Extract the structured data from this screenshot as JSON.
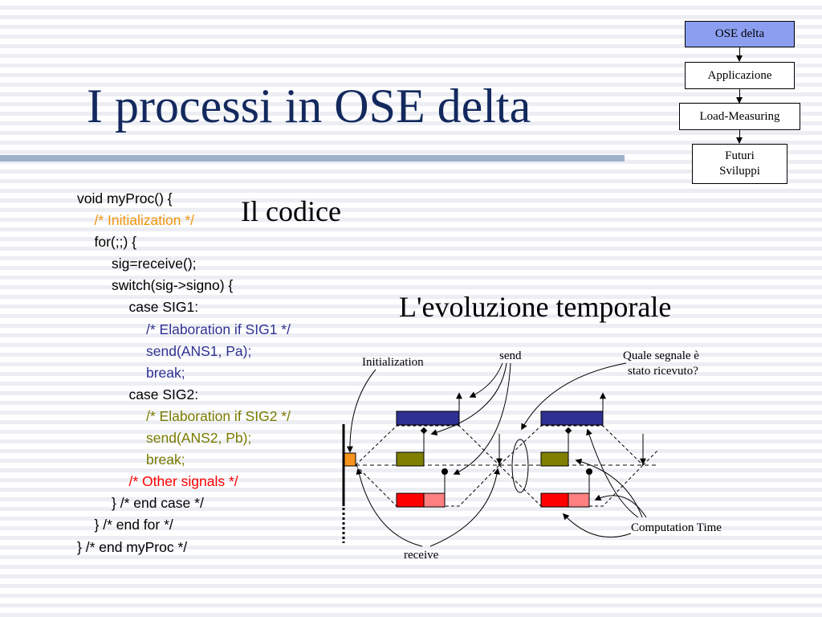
{
  "slide": {
    "title": "I processi in OSE delta"
  },
  "nav": {
    "items": [
      {
        "label": "OSE delta",
        "active": true
      },
      {
        "label": "Applicazione",
        "active": false
      },
      {
        "label": "Load-Measuring",
        "active": false
      },
      {
        "label": "Futuri Sviluppi",
        "line1": "Futuri",
        "line2": "Sviluppi",
        "active": false
      }
    ]
  },
  "code_section": {
    "heading": "Il codice",
    "lines": [
      {
        "text": "void myProc() {",
        "indent": 0,
        "color": "#000000"
      },
      {
        "text": "/* Initialization */",
        "indent": 1,
        "color": "#f0960a"
      },
      {
        "text": "for(;;) {",
        "indent": 1,
        "color": "#000000"
      },
      {
        "text": "sig=receive();",
        "indent": 2,
        "color": "#000000"
      },
      {
        "text": "switch(sig->signo) {",
        "indent": 2,
        "color": "#000000"
      },
      {
        "text": "case SIG1:",
        "indent": 3,
        "color": "#000000"
      },
      {
        "text": "/* Elaboration if SIG1 */",
        "indent": 4,
        "color": "#2e3192"
      },
      {
        "text": "send(ANS1, Pa);",
        "indent": 4,
        "color": "#2e3192"
      },
      {
        "text": "break;",
        "indent": 4,
        "color": "#2e3192"
      },
      {
        "text": "case SIG2:",
        "indent": 3,
        "color": "#000000"
      },
      {
        "text": "/* Elaboration if SIG2 */",
        "indent": 4,
        "color": "#7a7a00"
      },
      {
        "text": "send(ANS2, Pb);",
        "indent": 4,
        "color": "#7a7a00"
      },
      {
        "text": "break;",
        "indent": 4,
        "color": "#7a7a00"
      },
      {
        "text": "/* Other signals */",
        "indent": 3,
        "color": "#ff0000"
      },
      {
        "text": "} /* end case */",
        "indent": 2,
        "color": "#000000"
      },
      {
        "text": "} /* end for */",
        "indent": 1,
        "color": "#000000"
      },
      {
        "text": "} /* end myProc */",
        "indent": 0,
        "color": "#000000"
      }
    ]
  },
  "timeline_section": {
    "heading": "L'evoluzione temporale",
    "labels": {
      "initialization": "Initialization",
      "send": "send",
      "which_signal_line1": "Quale segnale è",
      "which_signal_line2": "stato ricevuto?",
      "computation_time": "Computation Time",
      "receive": "receive"
    },
    "colors": {
      "elaboration_sig1": "#2e3192",
      "elaboration_sig2": "#7f7f00",
      "other_signal_dark": "#ff0000",
      "other_signal_light": "#ff8080",
      "initialization": "#f7941d"
    }
  }
}
